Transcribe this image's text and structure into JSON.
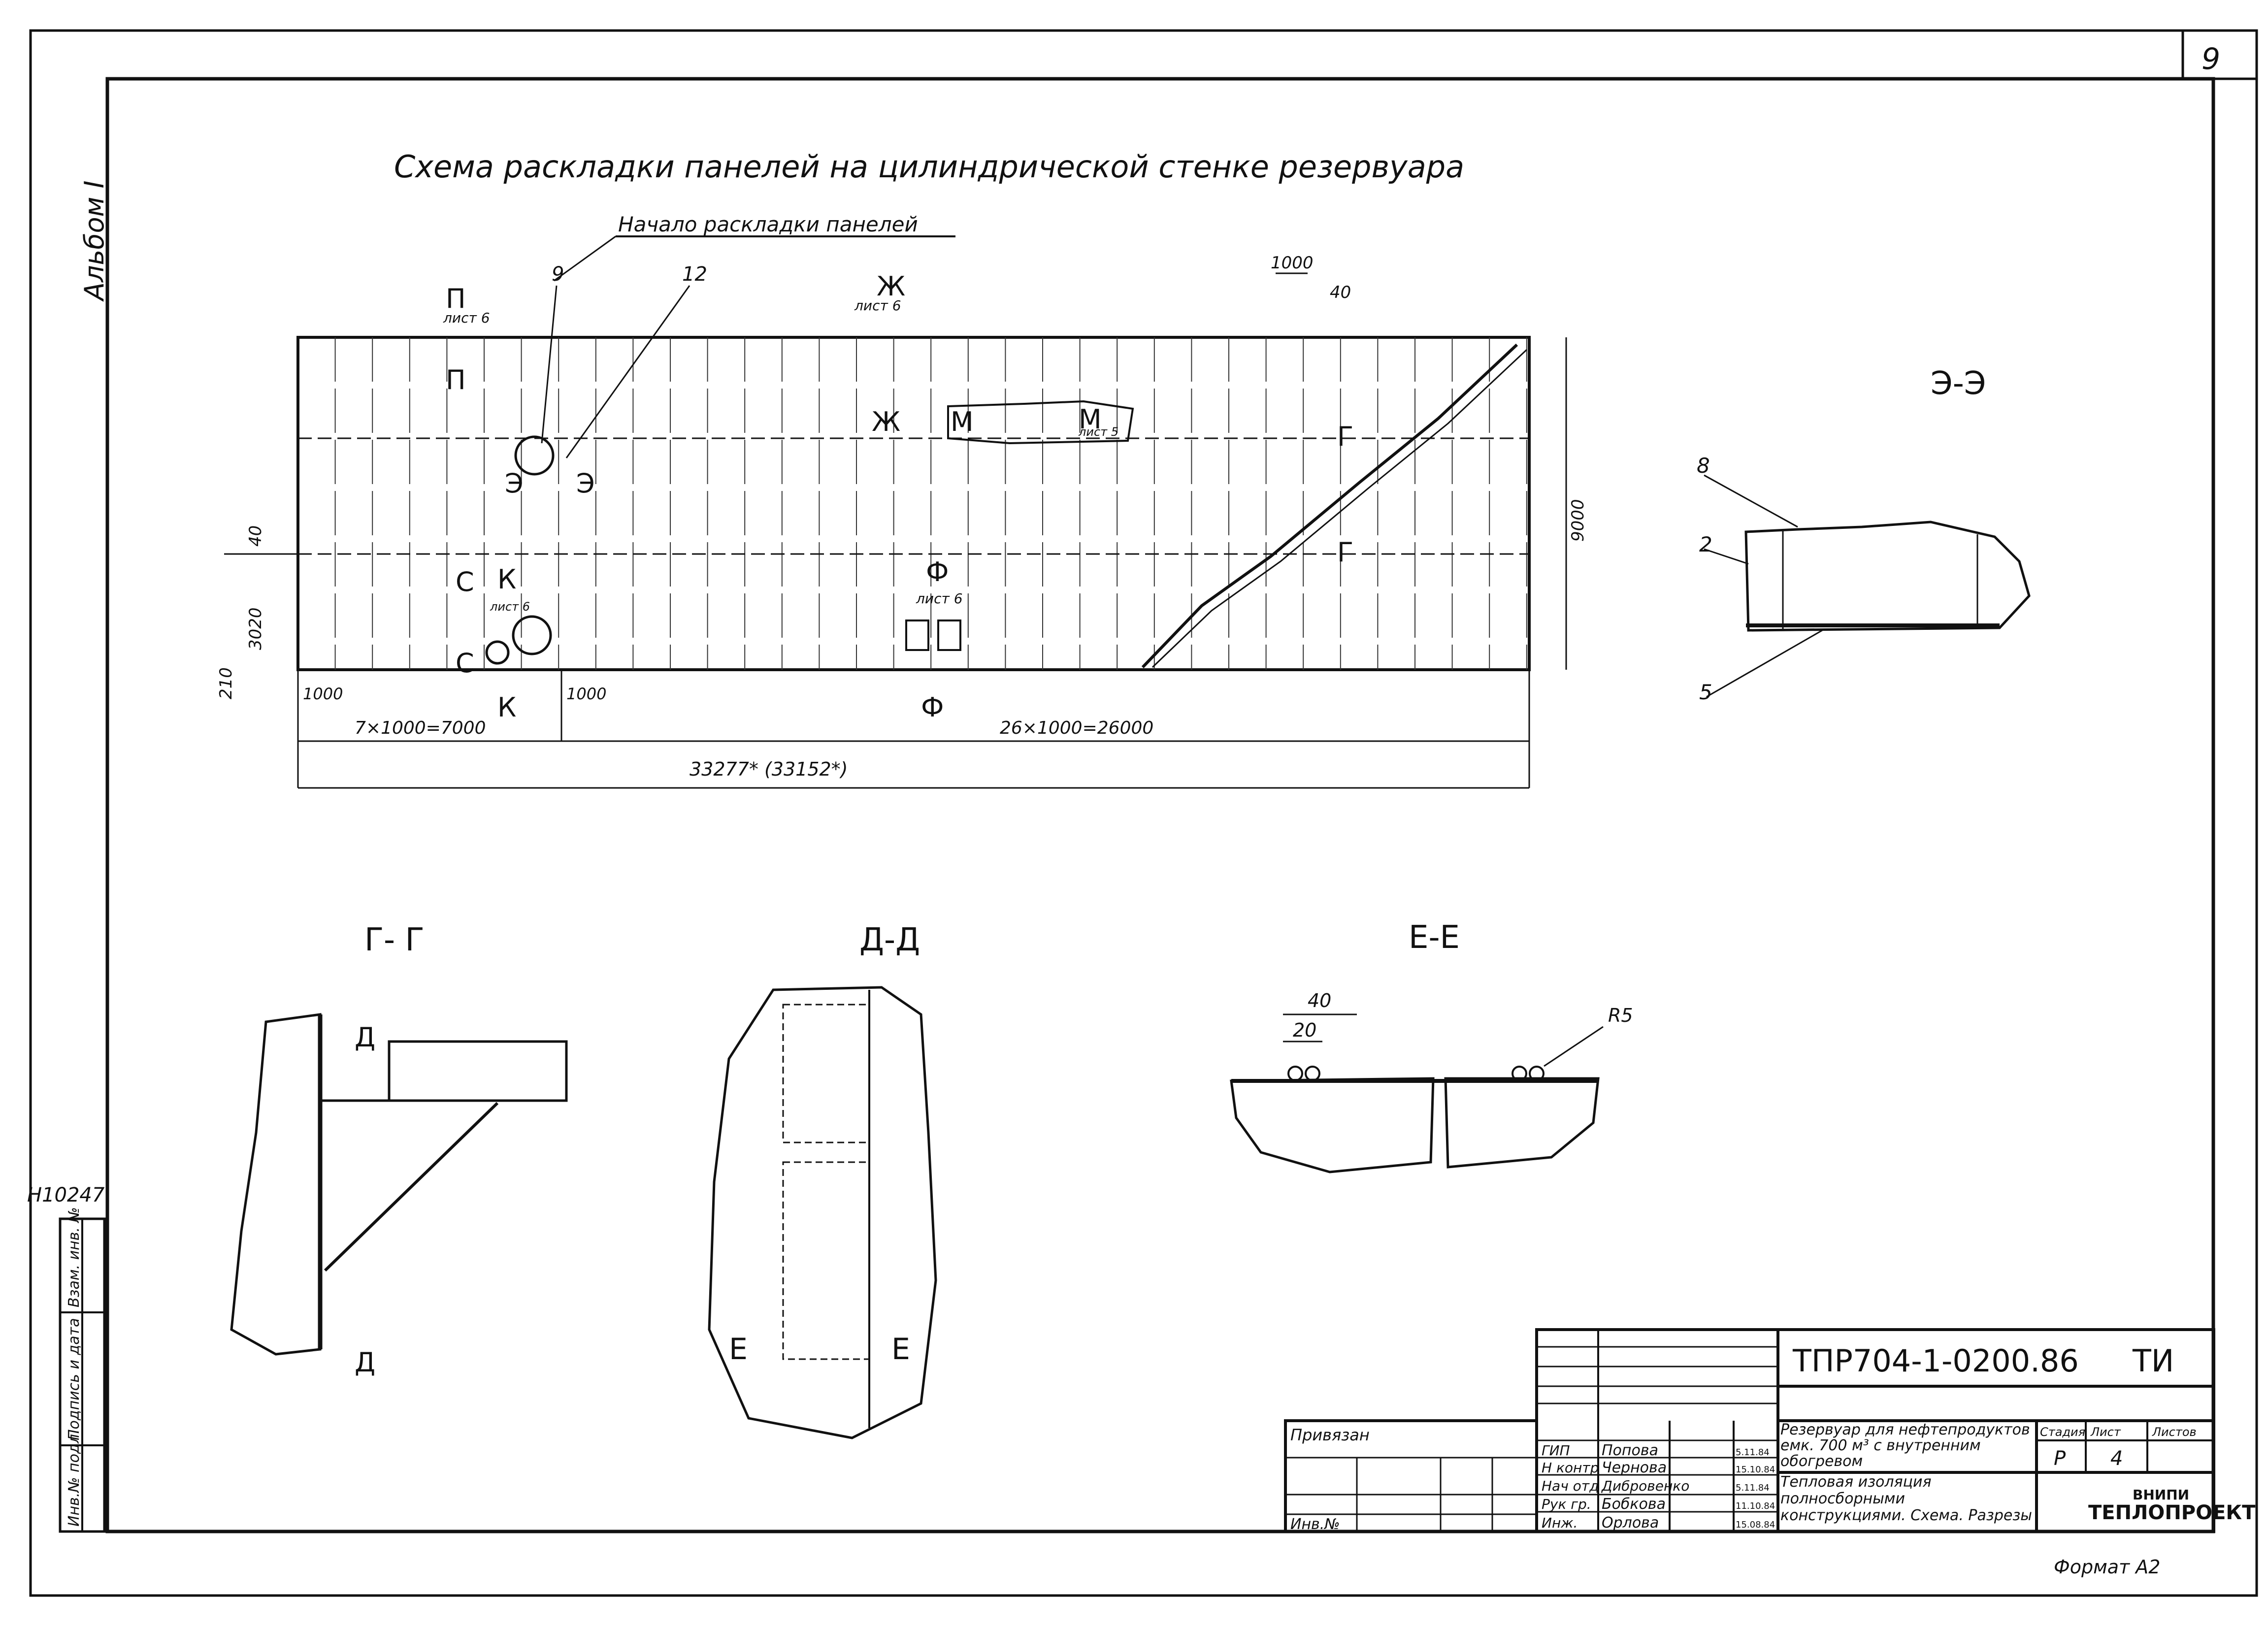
{
  "sheet": {
    "page_number": "9",
    "album": "Альбом I",
    "inventory_no": "Н10247",
    "format": "Формат А2"
  },
  "main_view": {
    "title": "Схема раскладки панелей на цилиндрической стенке резервуара",
    "start_note": "Начало раскладки панелей",
    "section_marks": {
      "p": "П",
      "p_sheet": "лист 6",
      "zh": "Ж",
      "zh_sheet": "лист 6",
      "m": "М",
      "m_sheet": "лист 5",
      "g": "Г",
      "e": "Э",
      "s": "С",
      "k": "К",
      "k_sheet": "лист 6",
      "f": "Ф",
      "f_sheet": "лист 6"
    },
    "callouts": [
      "9",
      "12"
    ],
    "dimensions": {
      "top_1000": "1000",
      "top_40": "40",
      "height_9000": "9000",
      "left_40": "40",
      "left_3020": "3020",
      "left_210": "210",
      "bottom_1000_left": "1000",
      "bottom_1000_mid": "1000",
      "bottom_7x": "7×1000=7000",
      "bottom_26x": "26×1000=26000",
      "total": "33277* (33152*)"
    }
  },
  "section_ee_right": {
    "title": "Э-Э",
    "callouts": [
      "8",
      "2",
      "5"
    ]
  },
  "section_gg": {
    "title": "Г- Г",
    "mark": "Д"
  },
  "section_dd": {
    "title": "Д-Д",
    "mark": "Е"
  },
  "section_ee": {
    "title": "Е-Е",
    "dim_40": "40",
    "dim_20": "20",
    "radius": "R5"
  },
  "left_stamp": {
    "cells": [
      "Инв.№ подл.",
      "Подпись и дата",
      "Взам. инв. №"
    ]
  },
  "title_block": {
    "doc_code": "ТПР704-1-0200.86",
    "doc_type": "ТИ",
    "binding_label": "Привязан",
    "inv_label": "Инв.№",
    "roles": [
      "ГИП",
      "Н контр",
      "Нач отд",
      "Рук гр.",
      "Инж."
    ],
    "names": [
      "Попова",
      "Чернова",
      "Дибровенко",
      "Бобкова",
      "Орлова"
    ],
    "dates": [
      "5.11.84",
      "15.10.84",
      "5.11.84",
      "11.10.84",
      "15.08.84"
    ],
    "object_title": "Резервуар для нефтепродуктов емк. 700 м³ с внутренним обогревом",
    "sheet_title": "Тепловая изоляция полносборными конструкциями. Схема. Разрезы",
    "stage_label": "Стадия",
    "sheet_label": "Лист",
    "sheets_label": "Листов",
    "stage": "Р",
    "sheet": "4",
    "org_line1": "ВНИПИ",
    "org_line2": "ТЕПЛОПРОЕКТ"
  }
}
